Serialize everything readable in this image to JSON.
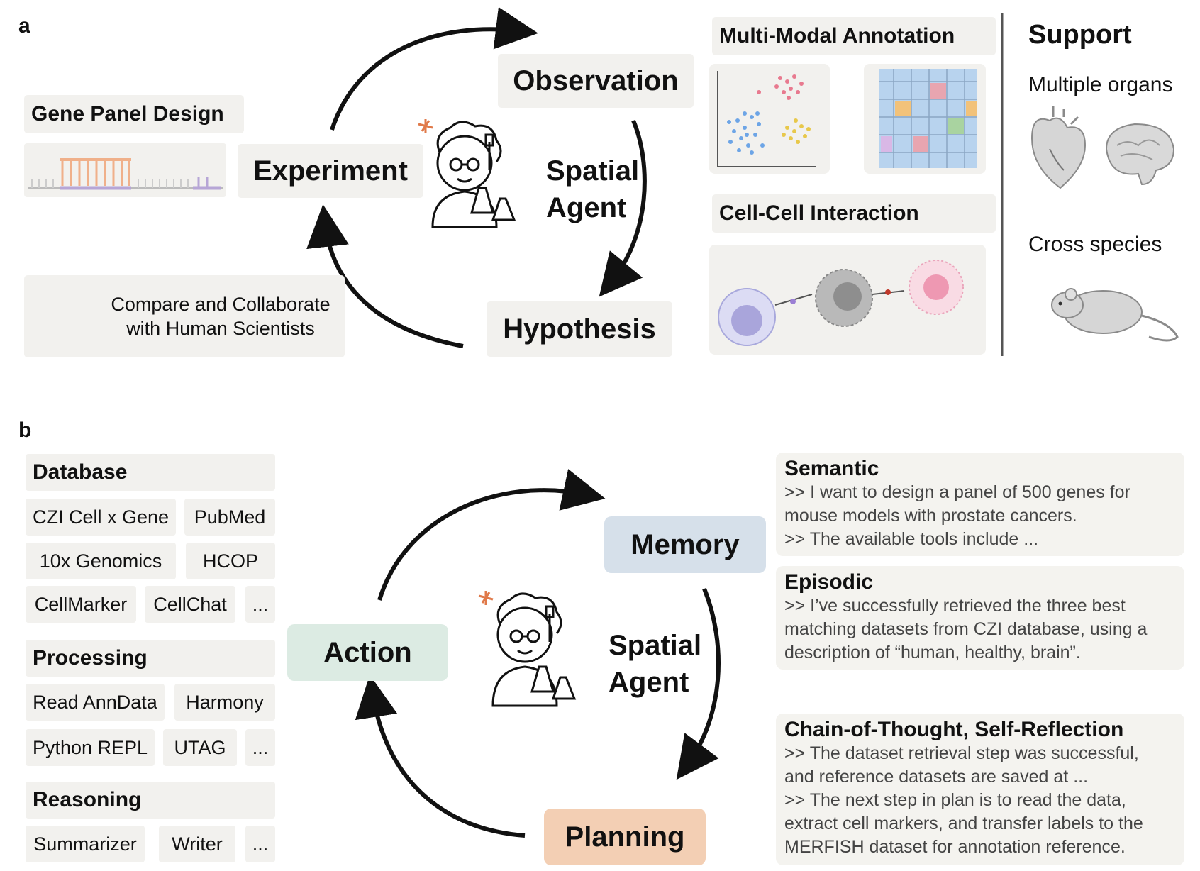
{
  "panel_a": {
    "letter": "a",
    "cycle": {
      "observation": "Observation",
      "experiment": "Experiment",
      "hypothesis": "Hypothesis",
      "agent_line1": "Spatial",
      "agent_line2": "Agent"
    },
    "gene_panel_design": "Gene Panel Design",
    "compare_line1": "Compare and Collaborate",
    "compare_line2": "with Human Scientists",
    "multimodal_annotation": "Multi-Modal Annotation",
    "cell_cell_interaction": "Cell-Cell Interaction",
    "support": {
      "title": "Support",
      "organs": "Multiple organs",
      "species": "Cross species"
    }
  },
  "panel_b": {
    "letter": "b",
    "cycle": {
      "memory": "Memory",
      "action": "Action",
      "planning": "Planning",
      "agent_line1": "Spatial",
      "agent_line2": "Agent"
    },
    "tools": {
      "database": {
        "title": "Database",
        "items": [
          "CZI Cell x Gene",
          "PubMed",
          "10x Genomics",
          "HCOP",
          "CellMarker",
          "CellChat",
          "..."
        ]
      },
      "processing": {
        "title": "Processing",
        "items": [
          "Read AnnData",
          "Harmony",
          "Python REPL",
          "UTAG",
          "..."
        ]
      },
      "reasoning": {
        "title": "Reasoning",
        "items": [
          "Summarizer",
          "Writer",
          "..."
        ]
      }
    },
    "memory_types": {
      "semantic": {
        "title": "Semantic",
        "lines": [
          ">> I want to design a panel of 500 genes for",
          "mouse models with prostate cancers.",
          ">> The available tools include ..."
        ]
      },
      "episodic": {
        "title": "Episodic",
        "lines": [
          ">> I’ve successfully retrieved the three best",
          "matching datasets from CZI database, using a",
          "description of “human, healthy, brain”."
        ]
      },
      "cot": {
        "title": "Chain-of-Thought, Self-Reflection",
        "lines": [
          ">> The dataset retrieval step was successful,",
          "and reference datasets are saved at ...",
          ">> The next step in plan is to read the data,",
          "extract cell markers, and transfer labels to the",
          "MERFISH dataset for annotation reference."
        ]
      }
    }
  },
  "colors": {
    "box_bg": "#f2f1ee",
    "memory_bg": "#d6e0ea",
    "action_bg": "#dcebe3",
    "planning_bg": "#f3cfb4",
    "arrow": "#111111"
  }
}
